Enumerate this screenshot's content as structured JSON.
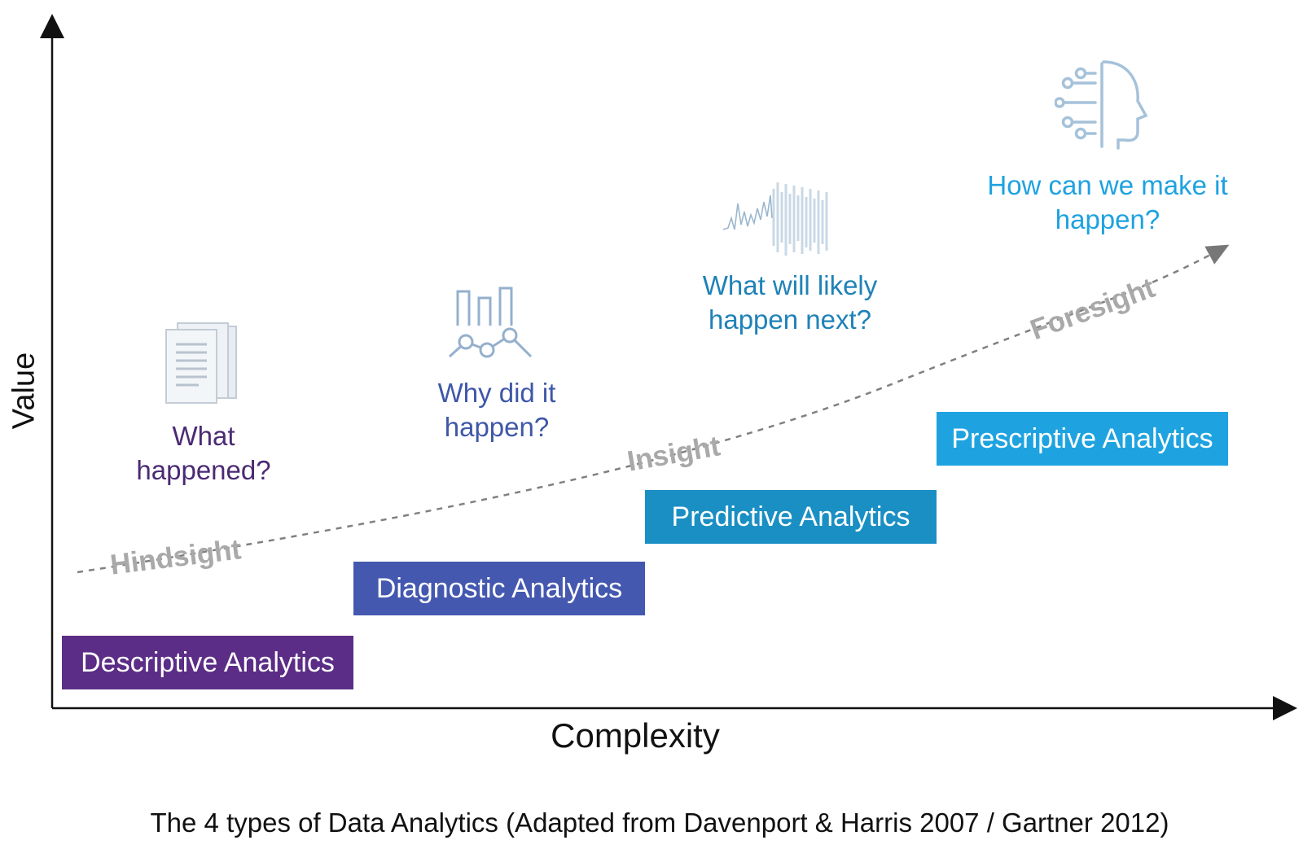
{
  "axes": {
    "y_label": "Value",
    "x_label": "Complexity"
  },
  "stages": [
    {
      "box_label": "Descriptive Analytics",
      "question": "What happened?",
      "color": "#5b2d86",
      "text_color": "#4b2a73",
      "icon": "document-icon"
    },
    {
      "box_label": "Diagnostic Analytics",
      "question": "Why did it happen?",
      "color": "#4458b0",
      "text_color": "#3f57a8",
      "icon": "bar-chart-icon"
    },
    {
      "box_label": "Predictive Analytics",
      "question": "What will likely happen next?",
      "color": "#1a8fc4",
      "text_color": "#1f82b8",
      "icon": "waveform-icon"
    },
    {
      "box_label": "Prescriptive Analytics",
      "question": "How can we make it happen?",
      "color": "#1ea3e0",
      "text_color": "#1ea2e0",
      "icon": "ai-head-icon"
    }
  ],
  "curve_labels": {
    "hindsight": "Hindsight",
    "insight": "Insight",
    "foresight": "Foresight"
  },
  "caption": "The 4 types of Data Analytics (Adapted from Davenport & Harris 2007 / Gartner 2012)"
}
